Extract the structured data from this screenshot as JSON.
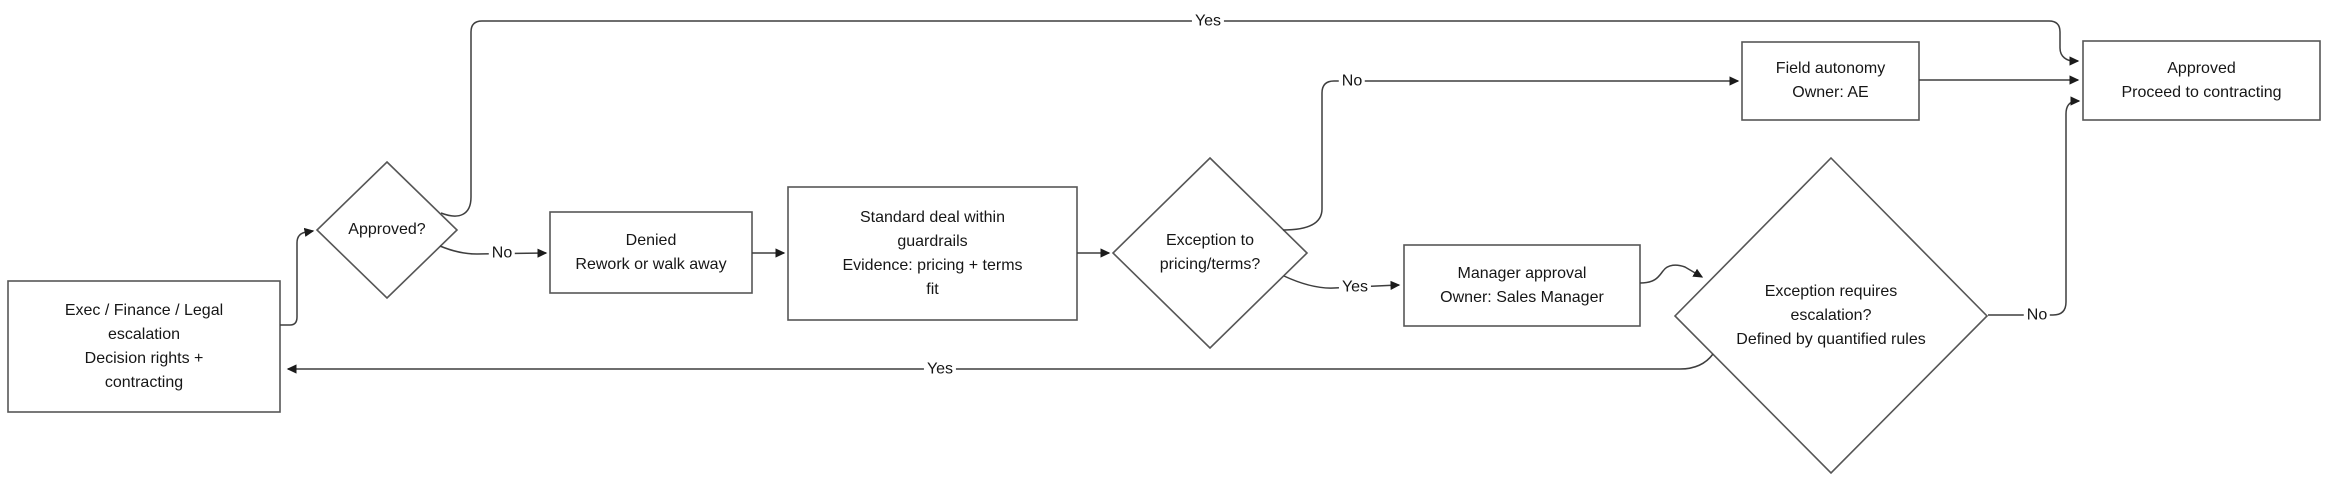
{
  "diagram": {
    "type": "flowchart",
    "background": "#ffffff",
    "colors": {
      "node_fill": "#ffffff",
      "node_stroke": "#565656",
      "edge_stroke": "#3e3e3e",
      "arrowhead": "#1b1b1b",
      "text": "#161616"
    },
    "nodes": {
      "exec_escalation": {
        "shape": "rect",
        "text": "Exec / Finance / Legal escalation Decision rights + contracting",
        "lines": [
          "Exec / Finance / Legal",
          "escalation",
          "Decision rights +",
          "contracting"
        ]
      },
      "approved_q": {
        "shape": "diamond",
        "text": "Approved?",
        "lines": [
          "Approved?"
        ]
      },
      "denied": {
        "shape": "rect",
        "text": "Denied Rework or walk away",
        "lines": [
          "Denied",
          "Rework or walk away"
        ]
      },
      "standard_deal": {
        "shape": "rect",
        "text": "Standard deal within guardrails Evidence: pricing + terms fit",
        "lines": [
          "Standard deal within",
          "guardrails",
          "Evidence: pricing + terms",
          "fit"
        ]
      },
      "exception_pricing_q": {
        "shape": "diamond",
        "text": "Exception to pricing/terms?",
        "lines": [
          "Exception to",
          "pricing/terms?"
        ]
      },
      "manager_approval": {
        "shape": "rect",
        "text": "Manager approval Owner: Sales Manager",
        "lines": [
          "Manager approval",
          "Owner: Sales Manager"
        ]
      },
      "exception_escalation_q": {
        "shape": "diamond",
        "text": "Exception requires escalation? Defined by quantified rules",
        "lines": [
          "Exception requires",
          "escalation?",
          "Defined by quantified rules"
        ]
      },
      "field_autonomy": {
        "shape": "rect",
        "text": "Field autonomy Owner: AE",
        "lines": [
          "Field autonomy",
          "Owner: AE"
        ]
      },
      "approved_final": {
        "shape": "rect",
        "text": "Approved Proceed to contracting",
        "lines": [
          "Approved",
          "Proceed to contracting"
        ]
      }
    },
    "edges": [
      {
        "from": "exec_escalation",
        "to": "approved_q",
        "label": ""
      },
      {
        "from": "approved_q",
        "to": "approved_final",
        "label": "Yes"
      },
      {
        "from": "approved_q",
        "to": "denied",
        "label": "No"
      },
      {
        "from": "denied",
        "to": "standard_deal",
        "label": ""
      },
      {
        "from": "standard_deal",
        "to": "exception_pricing_q",
        "label": ""
      },
      {
        "from": "exception_pricing_q",
        "to": "field_autonomy",
        "label": "No"
      },
      {
        "from": "exception_pricing_q",
        "to": "manager_approval",
        "label": "Yes"
      },
      {
        "from": "manager_approval",
        "to": "exception_escalation_q",
        "label": ""
      },
      {
        "from": "exception_escalation_q",
        "to": "approved_final",
        "label": "No"
      },
      {
        "from": "exception_escalation_q",
        "to": "exec_escalation",
        "label": "Yes"
      }
    ]
  }
}
